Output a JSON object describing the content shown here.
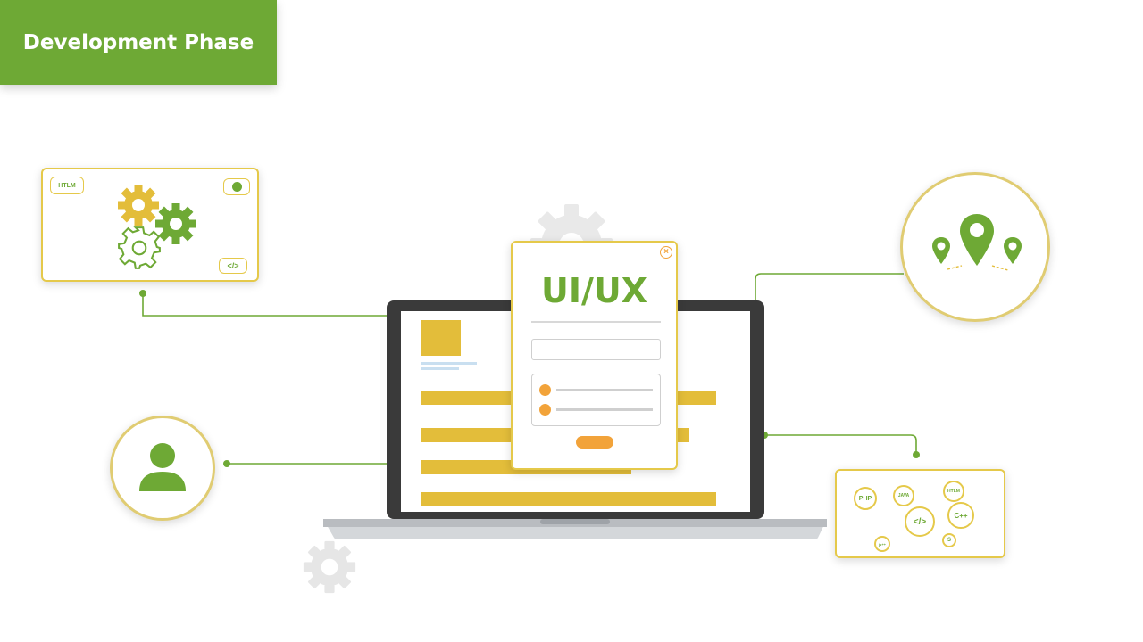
{
  "title": "Development Phase",
  "colors": {
    "green": "#6ea935",
    "yellow": "#e5c94a",
    "orange": "#f2a33a",
    "laptop": "#3a3a3a",
    "grey_gear": "#e6e6e6"
  },
  "code_card": {
    "tags": [
      "HTLM",
      "</>"
    ]
  },
  "popup": {
    "title": "UI/UX"
  },
  "languages": [
    "PHP",
    "JAVA",
    "HTLM",
    "</>",
    "C++",
    "S",
    "js++"
  ],
  "icons": [
    "gear-icon",
    "user-icon",
    "location-pin-icon",
    "close-icon"
  ]
}
